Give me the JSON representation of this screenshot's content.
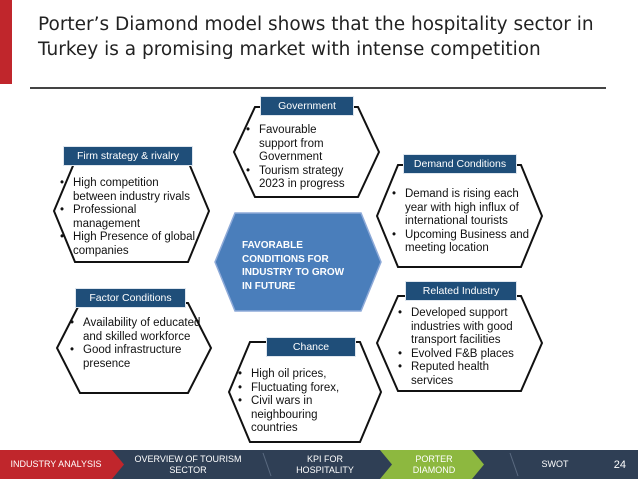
{
  "slide": {
    "title": "Porter’s Diamond model shows that the hospitality sector in Turkey is a promising market with intense competition",
    "page_number": "24"
  },
  "colors": {
    "accent_red": "#c0262c",
    "navy": "#1f4e79",
    "center_blue": "#4a7ebb",
    "nav_bg": "#2f3f55",
    "nav_active_red": "#c0262c",
    "nav_green": "#8db83f"
  },
  "diagram": {
    "center": {
      "text": "FAVORABLE CONDITIONS FOR INDUSTRY TO GROW IN FUTURE"
    },
    "government": {
      "label": "Government",
      "items": [
        "Favourable support from Government",
        "Tourism strategy 2023 in progress"
      ]
    },
    "firm_strategy": {
      "label": "Firm strategy & rivalry",
      "items": [
        "High competition between industry rivals",
        "Professional management",
        "High Presence of global companies"
      ]
    },
    "demand": {
      "label": "Demand Conditions",
      "items": [
        "Demand is rising each year with high influx of international tourists",
        "Upcoming Business and meeting location"
      ]
    },
    "factor": {
      "label": "Factor Conditions",
      "items": [
        "Availability of educated and skilled workforce",
        "Good infrastructure presence"
      ]
    },
    "related": {
      "label": "Related Industry",
      "items": [
        "Developed support industries with good transport facilities",
        "Evolved F&B places",
        "Reputed health services"
      ]
    },
    "chance": {
      "label": "Chance",
      "items": [
        "High oil prices,",
        "Fluctuating forex,",
        "Civil wars in neighbouring countries"
      ]
    }
  },
  "nav": {
    "tabs": [
      {
        "label": "INDUSTRY ANALYSIS"
      },
      {
        "label": "OVERVIEW OF TOURISM SECTOR"
      },
      {
        "label": "KPI FOR HOSPITALITY"
      },
      {
        "label": "PORTER DIAMOND"
      },
      {
        "label": "SWOT"
      }
    ]
  }
}
